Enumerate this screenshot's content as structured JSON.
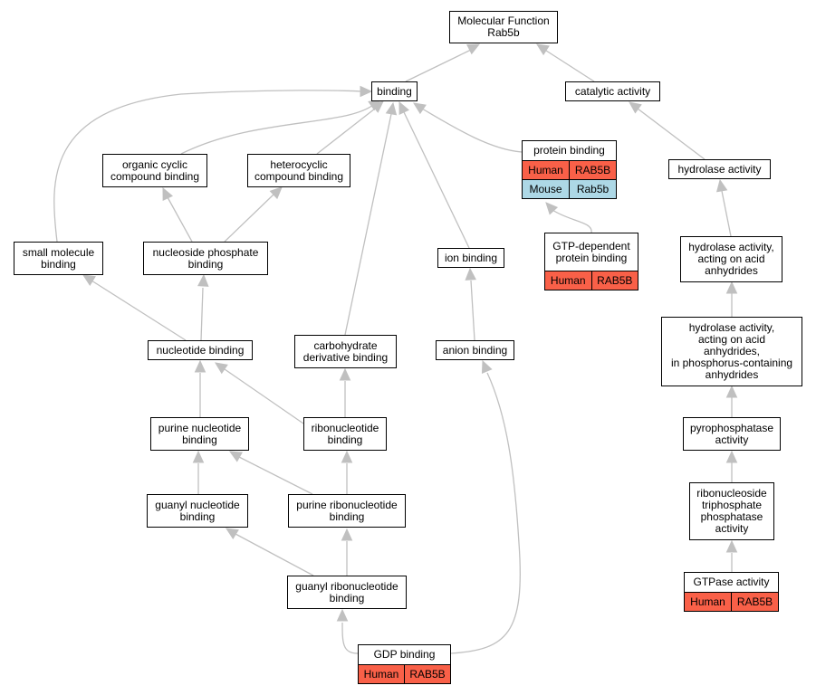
{
  "colors": {
    "human": "#f96048",
    "mouse": "#add8e6",
    "edge": "#c0c0c0"
  },
  "nodes": {
    "molecular_function": "Molecular Function\nRab5b",
    "binding": "binding",
    "catalytic_activity": "catalytic activity",
    "organic_cyclic": "organic cyclic\ncompound binding",
    "heterocyclic": "heterocyclic\ncompound binding",
    "small_molecule": "small molecule\nbinding",
    "nucleoside_phosphate": "nucleoside phosphate\nbinding",
    "ion_binding": "ion binding",
    "hydrolase_activity": "hydrolase activity",
    "hydrolase_acid_anhydrides": "hydrolase activity,\nacting on acid\nanhydrides",
    "hydrolase_phosphorus": "hydrolase activity,\nacting on acid\nanhydrides,\nin phosphorus-containing\nanhydrides",
    "nucleotide_binding": "nucleotide binding",
    "carbohydrate_derivative": "carbohydrate\nderivative binding",
    "anion_binding": "anion binding",
    "purine_nucleotide": "purine nucleotide\nbinding",
    "ribonucleotide": "ribonucleotide\nbinding",
    "pyrophosphatase": "pyrophosphatase\nactivity",
    "guanyl_nucleotide": "guanyl nucleotide\nbinding",
    "purine_ribonucleotide": "purine ribonucleotide\nbinding",
    "ribonucleoside_triphosphatase": "ribonucleoside\ntriphosphate\nphosphatase\nactivity",
    "guanyl_ribonucleotide": "guanyl ribonucleotide\nbinding"
  },
  "annotated": {
    "protein_binding": {
      "label": "protein binding",
      "rows": [
        {
          "species": "Human",
          "gene": "RAB5B",
          "kind": "human"
        },
        {
          "species": "Mouse",
          "gene": "Rab5b",
          "kind": "mouse"
        }
      ]
    },
    "gtp_dependent": {
      "label": "GTP-dependent\nprotein binding",
      "rows": [
        {
          "species": "Human",
          "gene": "RAB5B",
          "kind": "human"
        }
      ]
    },
    "gtpase_activity": {
      "label": "GTPase activity",
      "rows": [
        {
          "species": "Human",
          "gene": "RAB5B",
          "kind": "human"
        }
      ]
    },
    "gdp_binding": {
      "label": "GDP binding",
      "rows": [
        {
          "species": "Human",
          "gene": "RAB5B",
          "kind": "human"
        }
      ]
    }
  }
}
